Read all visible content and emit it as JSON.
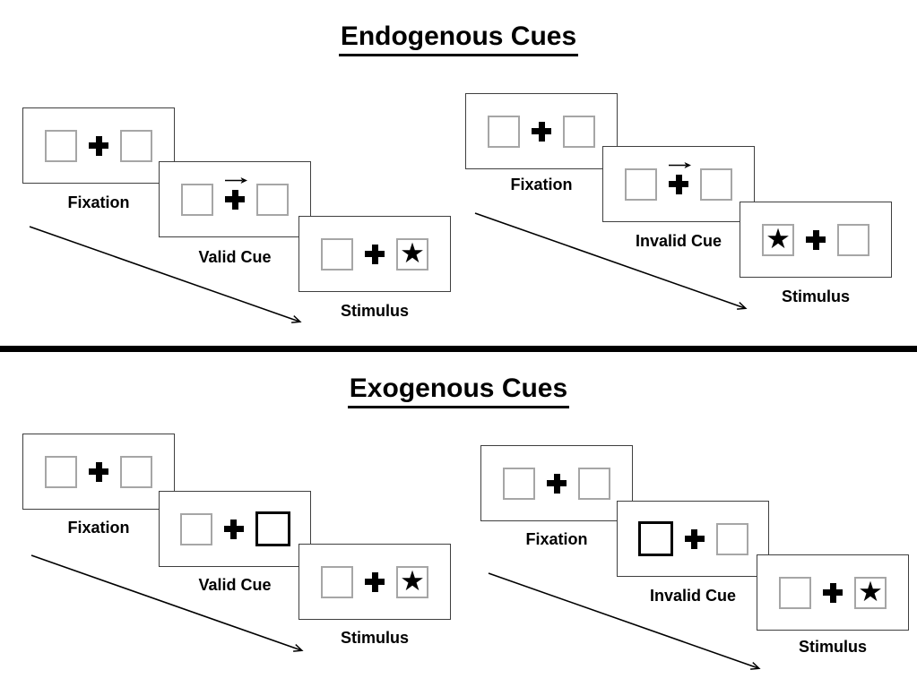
{
  "glyphs": {
    "star": "★"
  },
  "colors": {
    "ink": "#000000",
    "panel_border": "#3f3f3f",
    "square_border": "#a6a6a6"
  },
  "sections": [
    {
      "title": "Endogenous Cues",
      "groups": [
        {
          "name": "valid-cue-trial",
          "steps": [
            {
              "label": "Fixation",
              "left": "empty",
              "right": "empty",
              "cue_marker": "none"
            },
            {
              "label": "Valid Cue",
              "left": "empty",
              "right": "empty",
              "cue_marker": "arrow-right"
            },
            {
              "label": "Stimulus",
              "left": "empty",
              "right": "star",
              "cue_marker": "none"
            }
          ]
        },
        {
          "name": "invalid-cue-trial",
          "steps": [
            {
              "label": "Fixation",
              "left": "empty",
              "right": "empty",
              "cue_marker": "none"
            },
            {
              "label": "Invalid Cue",
              "left": "empty",
              "right": "empty",
              "cue_marker": "arrow-right"
            },
            {
              "label": "Stimulus",
              "left": "star",
              "right": "empty",
              "cue_marker": "none"
            }
          ]
        }
      ]
    },
    {
      "title": "Exogenous Cues",
      "groups": [
        {
          "name": "valid-cue-trial",
          "steps": [
            {
              "label": "Fixation",
              "left": "empty",
              "right": "empty",
              "cue_marker": "none"
            },
            {
              "label": "Valid Cue",
              "left": "empty",
              "right": "highlight",
              "cue_marker": "none"
            },
            {
              "label": "Stimulus",
              "left": "empty",
              "right": "star",
              "cue_marker": "none"
            }
          ]
        },
        {
          "name": "invalid-cue-trial",
          "steps": [
            {
              "label": "Fixation",
              "left": "empty",
              "right": "empty",
              "cue_marker": "none"
            },
            {
              "label": "Invalid Cue",
              "left": "highlight",
              "right": "empty",
              "cue_marker": "none"
            },
            {
              "label": "Stimulus",
              "left": "empty",
              "right": "star",
              "cue_marker": "none"
            }
          ]
        }
      ]
    }
  ]
}
